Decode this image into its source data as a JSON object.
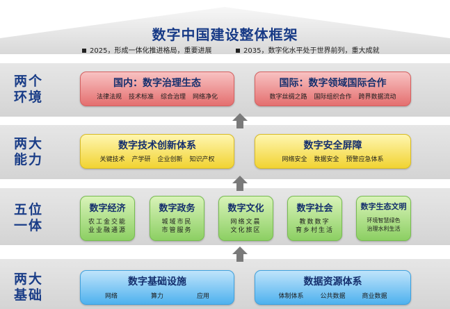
{
  "title": "数字中国建设整体框架",
  "goals": [
    "2025，形成一体化推进格局，重要进展",
    "2035，数字化水平处于世界前列，重大成就"
  ],
  "rows": [
    {
      "label": [
        "两个",
        "环境"
      ]
    },
    {
      "label": [
        "两大",
        "能力"
      ]
    },
    {
      "label": [
        "五位",
        "一体"
      ]
    },
    {
      "label": [
        "两大",
        "基础"
      ]
    }
  ],
  "environments": [
    {
      "title": "国内：数字治理生态",
      "items": [
        "法律法规",
        "技术标准",
        "综合治理",
        "网络净化"
      ]
    },
    {
      "title": "国际：数字领域国际合作",
      "items": [
        "数字丝绸之路",
        "国际组织合作",
        "跨界数据流动"
      ]
    }
  ],
  "capabilities": [
    {
      "title": "数字技术创新体系",
      "items": [
        "关键技术",
        "产学研",
        "企业创新",
        "知识产权"
      ]
    },
    {
      "title": "数字安全屏障",
      "items": [
        "网络安全",
        "数据安全",
        "预警应急体系"
      ]
    }
  ],
  "five": [
    {
      "title": "数字经济",
      "lines": [
        "农工金交能",
        "业业融通源"
      ]
    },
    {
      "title": "数字政务",
      "lines": [
        "城域市民",
        "市管服务"
      ]
    },
    {
      "title": "数字文化",
      "lines": [
        "网络文晨",
        "文化旅区"
      ]
    },
    {
      "title": "数字社会",
      "lines": [
        "教数数字",
        "育乡村生活"
      ]
    },
    {
      "title": "数字生态文明",
      "lines": [
        "环境智慧绿色",
        "治理水利生活"
      ]
    }
  ],
  "foundations": [
    {
      "title": "数字基础设施",
      "items": [
        "网络",
        "算力",
        "应用"
      ]
    },
    {
      "title": "数据资源体系",
      "items": [
        "体制体系",
        "公共数据",
        "商业数据"
      ]
    }
  ],
  "colors": {
    "title": "#173a86",
    "pink": "#e46f6f",
    "yellow": "#f1d332",
    "green": "#8ccf63",
    "blue": "#4eb1ee",
    "arrow": "#7a7a7a"
  }
}
